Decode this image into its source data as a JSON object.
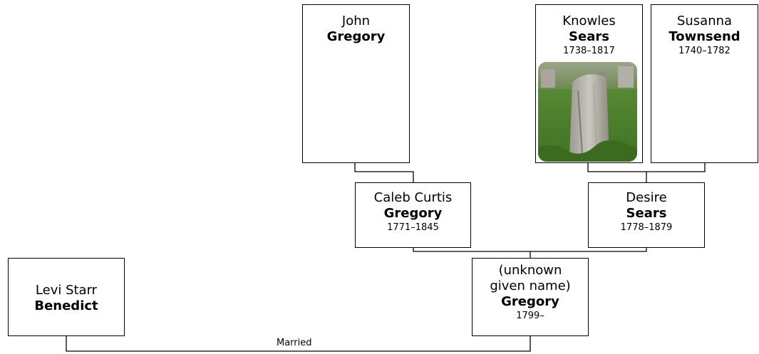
{
  "people": {
    "john": {
      "given": "John",
      "surname": "Gregory"
    },
    "knowles": {
      "given": "Knowles",
      "surname": "Sears",
      "dates": "1738–1817",
      "photo": "gravestone-photo"
    },
    "susanna": {
      "given": "Susanna",
      "surname": "Townsend",
      "dates": "1740–1782"
    },
    "caleb": {
      "given": "Caleb Curtis",
      "surname": "Gregory",
      "dates": "1771–1845"
    },
    "desire": {
      "given": "Desire",
      "surname": "Sears",
      "dates": "1778–1879"
    },
    "levi": {
      "given": "Levi Starr",
      "surname": "Benedict"
    },
    "unknown": {
      "given_line1": "(unknown",
      "given_line2": "given name)",
      "surname": "Gregory",
      "dates": "1799–"
    }
  },
  "relations": {
    "married_label": "Married"
  },
  "colors": {
    "border": "#000000",
    "background": "#ffffff"
  }
}
